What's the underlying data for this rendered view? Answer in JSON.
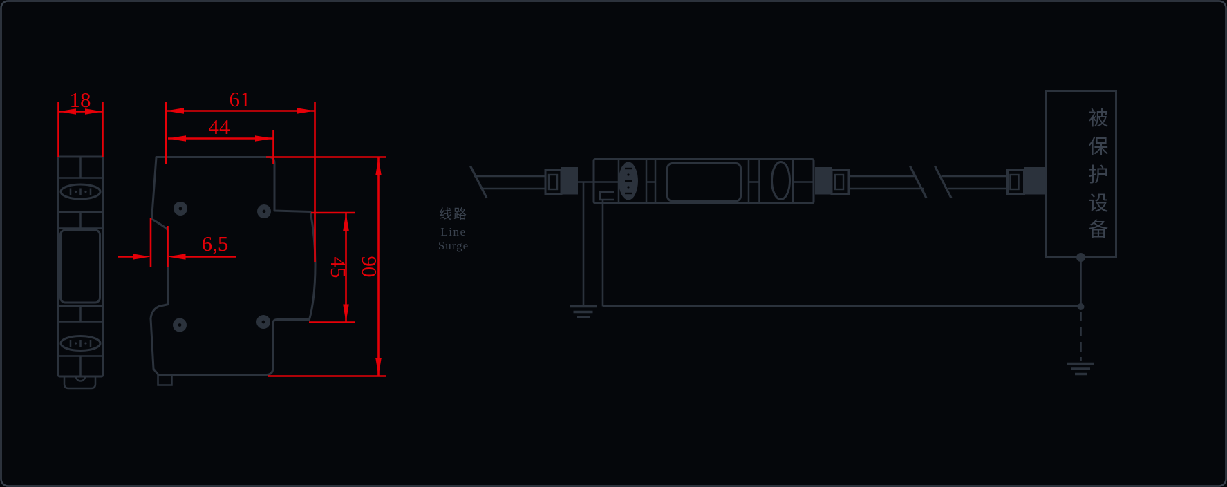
{
  "palette": {
    "background": "#05070b",
    "frame_border": "#39414c",
    "dimension_red": "#e60008",
    "drawing_line": "#2b323c",
    "label_gray": "#3a424e"
  },
  "front_view": {
    "width_dim": "18"
  },
  "side_view": {
    "total_depth_dim": "61",
    "upper_depth_dim": "44",
    "rail_notch_dim": "6,5",
    "recess_height_dim": "45",
    "total_height_dim": "90"
  },
  "schematic": {
    "incoming_label_cn": "线路",
    "incoming_label_en_1": "Line",
    "incoming_label_en_2": "Surge",
    "protected_device_label": "被保护设备",
    "protected_device_chars": [
      "被",
      "保",
      "护",
      "设",
      "备"
    ]
  }
}
